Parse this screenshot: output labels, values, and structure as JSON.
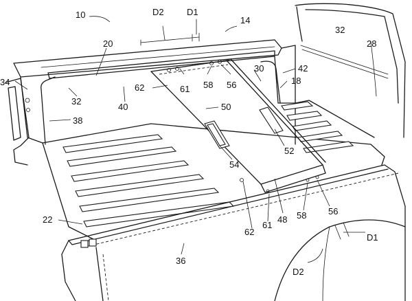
{
  "labels": {
    "l10": "10",
    "lD2_top": "D2",
    "lD1_top": "D1",
    "l14": "14",
    "l32_right": "32",
    "l28": "28",
    "l20": "20",
    "l34": "34",
    "l30": "30",
    "l42": "42",
    "l18": "18",
    "l62_top": "62",
    "l61_top": "61",
    "l58_top": "58",
    "l56_top": "56",
    "l32_left": "32",
    "l40": "40",
    "l50": "50",
    "l38": "38",
    "l52": "52",
    "l54": "54",
    "l22": "22",
    "l62_bot": "62",
    "l61_bot": "61",
    "l48": "48",
    "l58_bot": "58",
    "l56_bot": "56",
    "lD1_bot": "D1",
    "l36": "36",
    "lD2_bot": "D2"
  }
}
